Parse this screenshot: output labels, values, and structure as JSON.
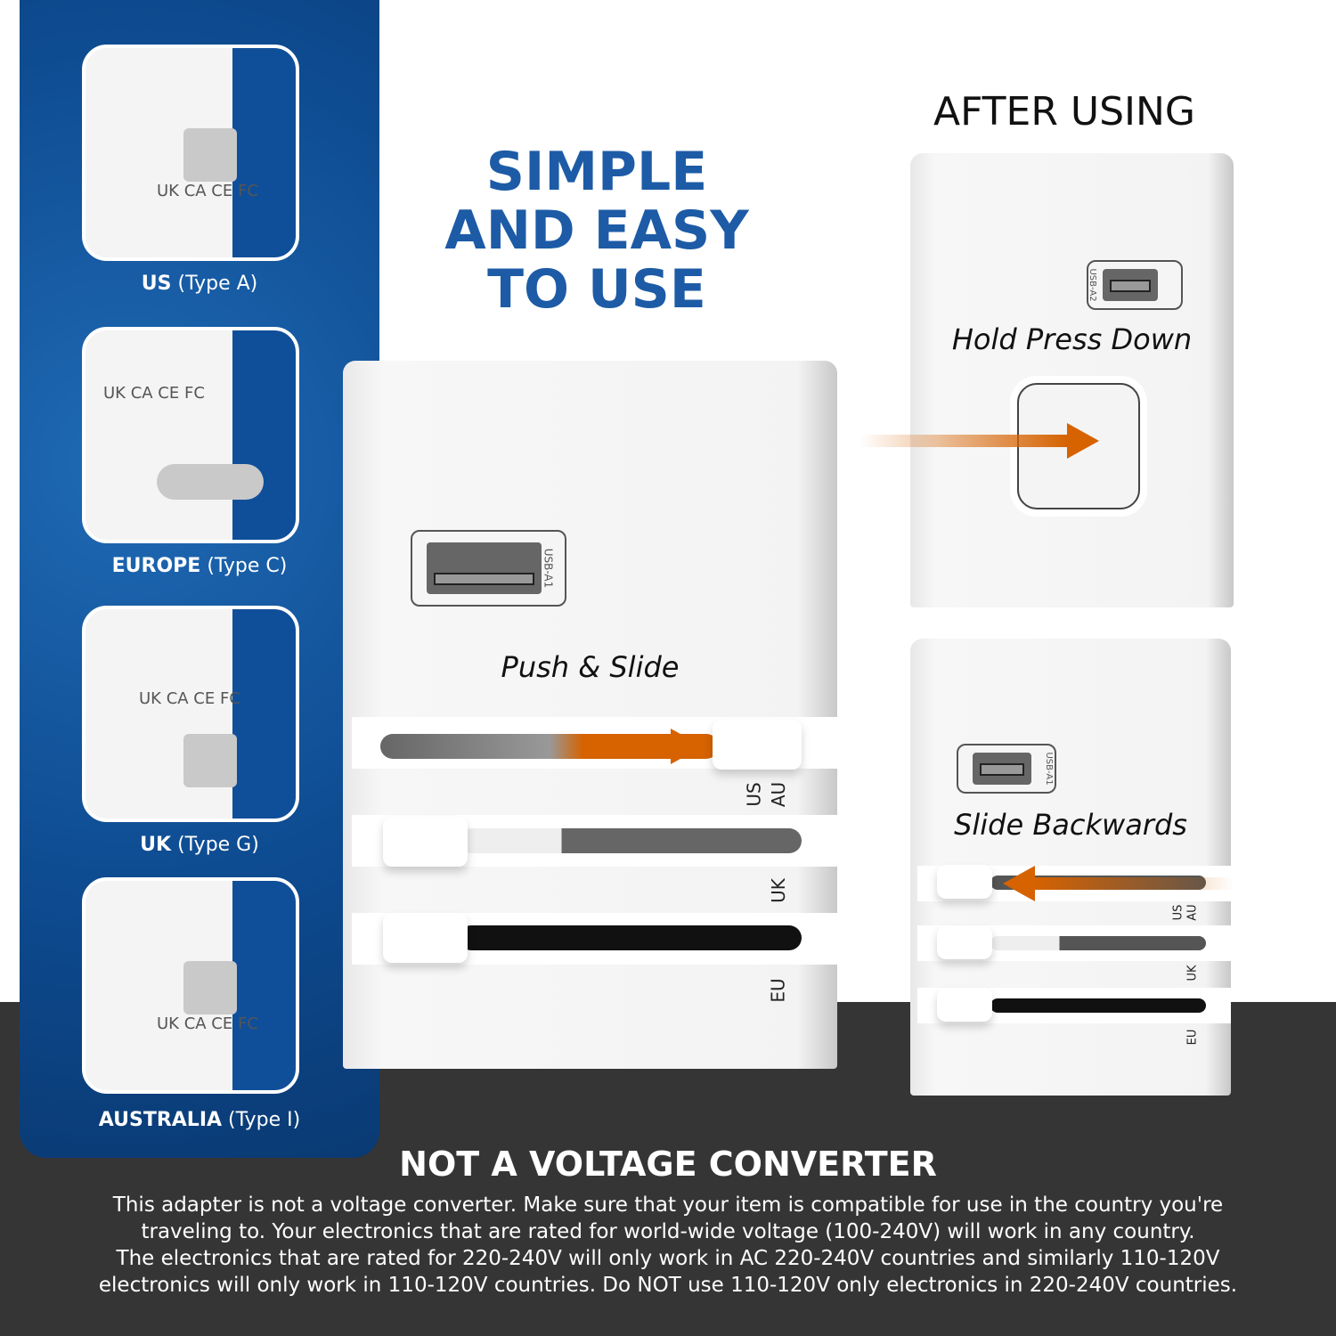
{
  "plug_types": [
    {
      "name": "US",
      "type": "(Type A)"
    },
    {
      "name": "EUROPE",
      "type": "(Type C)"
    },
    {
      "name": "UK",
      "type": "(Type G)"
    },
    {
      "name": "AUSTRALIA",
      "type": "(Type I)"
    }
  ],
  "cert_marks": "UK CA CE FC",
  "headline": [
    "SIMPLE",
    "AND EASY",
    "TO USE"
  ],
  "after_using": "AFTER USING",
  "main_device": {
    "usb_label": "USB-A1",
    "instruction": "Push & Slide",
    "slider_labels": [
      "US",
      "AU",
      "UK",
      "EU"
    ]
  },
  "top_right_device": {
    "usb_label": "USB-A2",
    "instruction": "Hold Press Down"
  },
  "bottom_right_device": {
    "usb_label": "USB-A1",
    "instruction": "Slide Backwards",
    "slider_labels": [
      "US",
      "AU",
      "UK",
      "EU"
    ]
  },
  "warning": {
    "title": "NOT A VOLTAGE CONVERTER",
    "lines": [
      "This adapter is not a voltage converter. Make sure that your item is compatible for use in the country you're",
      "traveling to. Your electronics that are rated for world-wide voltage (100-240V) will work in any country.",
      "The electronics that are rated for 220-240V will only work in AC 220-240V countries and similarly 110-120V",
      "electronics will only work in 110-120V countries. Do NOT use 110-120V only electronics in 220-240V countries."
    ]
  },
  "colors": {
    "brand_blue": "#1d5ba6",
    "panel_blue": "#0d4a8f",
    "arrow_orange": "#d66200",
    "dark_band": "#353535"
  }
}
